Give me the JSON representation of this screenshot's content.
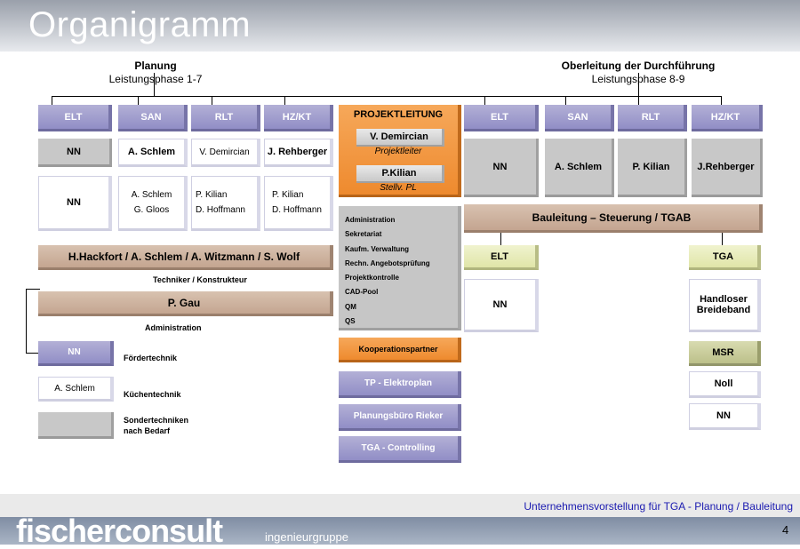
{
  "title": "Organigramm",
  "left_header": {
    "title": "Planung",
    "subtitle": "Leistungsphase 1-7"
  },
  "right_header": {
    "title": "Oberleitung der Durchführung",
    "subtitle": "Leistungsphase 8-9"
  },
  "left_columns": [
    {
      "head": "ELT",
      "lead": "NN",
      "members": [
        "NN"
      ]
    },
    {
      "head": "SAN",
      "lead": "A. Schlem",
      "members": [
        "A. Schlem",
        "G. Gloos"
      ]
    },
    {
      "head": "RLT",
      "lead": "V. Demircian",
      "members": [
        "P. Kilian",
        "D. Hoffmann"
      ]
    },
    {
      "head": "HZ/KT",
      "lead": "J. Rehberger",
      "members": [
        "P. Kilian",
        "D. Hoffmann"
      ]
    }
  ],
  "right_columns": [
    {
      "head": "ELT",
      "lead": "NN"
    },
    {
      "head": "SAN",
      "lead": "A. Schlem"
    },
    {
      "head": "RLT",
      "lead": "P. Kilian"
    },
    {
      "head": "HZ/KT",
      "lead": "J.Rehberger"
    }
  ],
  "techniker_bar": "H.Hackfort / A. Schlem  / A. Witzmann /  S. Wolf",
  "techniker_label": "Techniker / Konstrukteur",
  "admin_bar": "P. Gau",
  "admin_label": "Administration",
  "special": [
    {
      "box": "NN",
      "label": "Fördertechnik"
    },
    {
      "box": "A. Schlem",
      "label": "Küchentechnik"
    },
    {
      "box": "",
      "label": "Sondertechniken nach Bedarf"
    }
  ],
  "projektleitung": {
    "title": "PROJEKTLEITUNG",
    "leader": "V. Demircian",
    "leader_role": "Projektleiter",
    "deputy": "P.Kilian",
    "deputy_role": "Stellv. PL"
  },
  "center_list": [
    "Administration",
    "Sekretariat",
    "Kaufm. Verwaltung",
    "Rechn. Angebotsprüfung",
    "Projektkontrolle",
    "CAD-Pool",
    "QM",
    "QS"
  ],
  "kooperation": "Kooperationspartner",
  "partners": [
    "TP - Elektroplan",
    "Planungsbüro Rieker",
    "TGA - Controlling"
  ],
  "bauleitung": "Bauleitung – Steuerung     / TGAB",
  "elt_right": {
    "head": "ELT",
    "member": "NN"
  },
  "tga_right": {
    "head": "TGA",
    "member_lines": [
      "Handloser",
      "Breideband"
    ],
    "msr": "MSR",
    "msr_members": [
      "Noll",
      "NN"
    ]
  },
  "footer": "Unternehmensvorstellung für TGA - Planung / Bauleitung",
  "logo": "fischerconsult",
  "logo_sub": "ingenieurgruppe",
  "page_number": "4"
}
